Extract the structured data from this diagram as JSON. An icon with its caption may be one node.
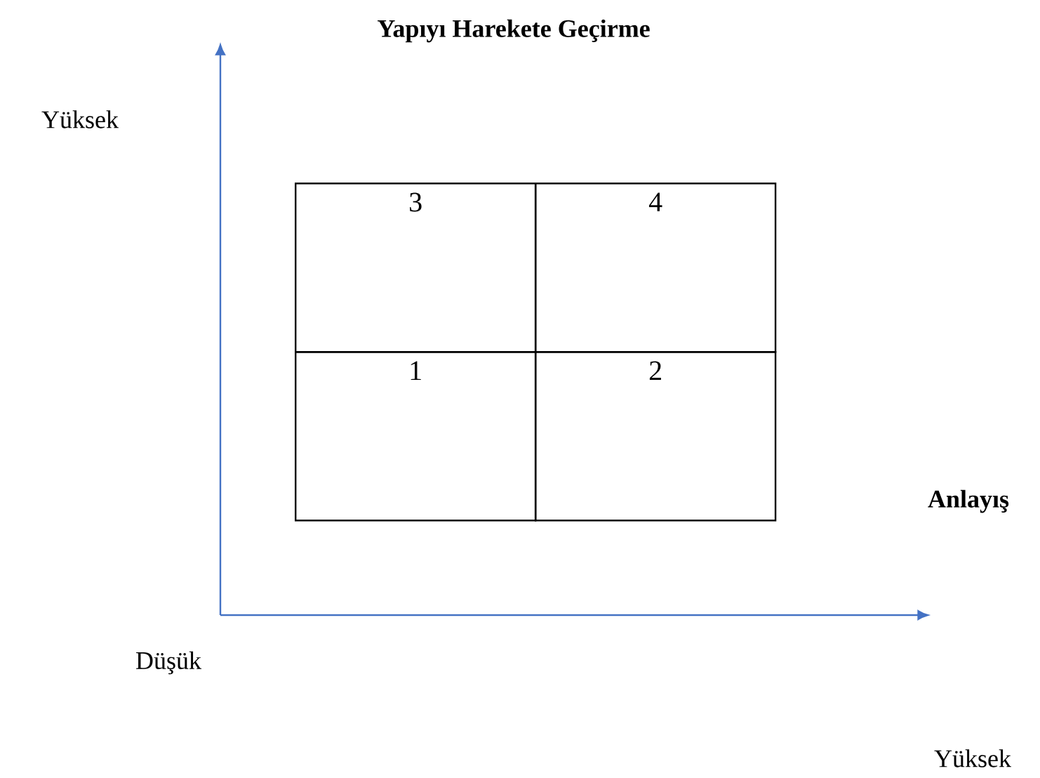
{
  "diagram": {
    "nodes": [
      {
        "text": [
          "3"
        ]
      },
      {
        "text": [
          "4"
        ]
      },
      {
        "text": [
          "1"
        ]
      },
      {
        "text": [
          "2"
        ]
      }
    ],
    "labels": [
      "Yapıyı Harekete Geçirme",
      "Yüksek",
      "Anlayış",
      "Düşük",
      "Yüksek"
    ]
  }
}
